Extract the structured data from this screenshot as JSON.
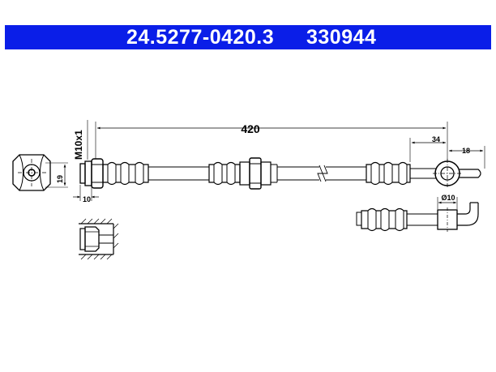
{
  "header": {
    "part_number": "24.5277-0420.3",
    "alt_number": "330944",
    "background_color": "#0a1ee8",
    "text_color": "#ffffff"
  },
  "dimensions": {
    "overall_length": "420",
    "thread": "M10x1",
    "end_width": "19",
    "fitting_length": "10",
    "eye_offset": "34",
    "eye_to_end": "18",
    "eye_diameter": "Ø10"
  }
}
